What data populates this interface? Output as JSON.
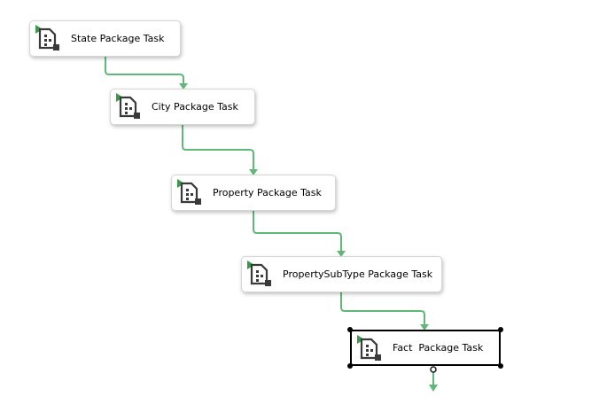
{
  "tasks": [
    {
      "label": "State Package Task",
      "icon": "execute-package-task-icon",
      "selected": false
    },
    {
      "label": "City Package Task",
      "icon": "execute-package-task-icon",
      "selected": false
    },
    {
      "label": "Property Package Task",
      "icon": "execute-package-task-icon",
      "selected": false
    },
    {
      "label": "PropertySubType Package Task",
      "icon": "execute-package-task-icon",
      "selected": false
    },
    {
      "label": "Fact  Package Task",
      "icon": "execute-package-task-icon",
      "selected": true
    }
  ],
  "colors": {
    "connector": "#5fb878",
    "canvas": "#ffffff",
    "run_triangle": "#3a9a4a",
    "icon_dark": "#3a3a3a"
  }
}
